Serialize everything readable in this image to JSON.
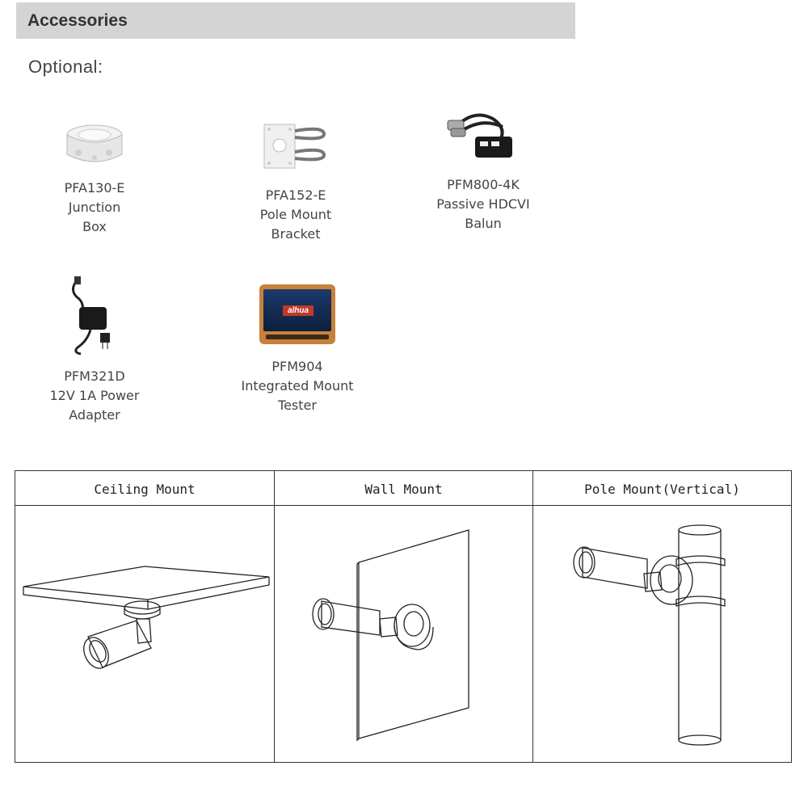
{
  "header": {
    "title": "Accessories"
  },
  "optional_label": "Optional:",
  "accessories": [
    {
      "model": "PFA130-E",
      "line2": "Junction",
      "line3": "Box",
      "icon": "junction-box-icon"
    },
    {
      "model": "PFA152-E",
      "line2": "Pole Mount",
      "line3": "Bracket",
      "icon": "pole-mount-bracket-icon"
    },
    {
      "model": "PFM800-4K",
      "line2": "Passive HDCVI",
      "line3": "Balun",
      "icon": "balun-icon"
    },
    {
      "model": "PFM321D",
      "line2": "12V 1A Power",
      "line3": "Adapter",
      "icon": "power-adapter-icon"
    },
    {
      "model": "PFM904",
      "line2": "Integrated Mount",
      "line3": "Tester",
      "icon": "mount-tester-icon"
    }
  ],
  "tester_brand": "alhua",
  "mounts": [
    {
      "title": "Ceiling Mount"
    },
    {
      "title": "Wall Mount"
    },
    {
      "title": "Pole Mount(Vertical)"
    }
  ],
  "colors": {
    "header_bg": "#d4d4d4",
    "tester_frame": "#c8813a"
  }
}
